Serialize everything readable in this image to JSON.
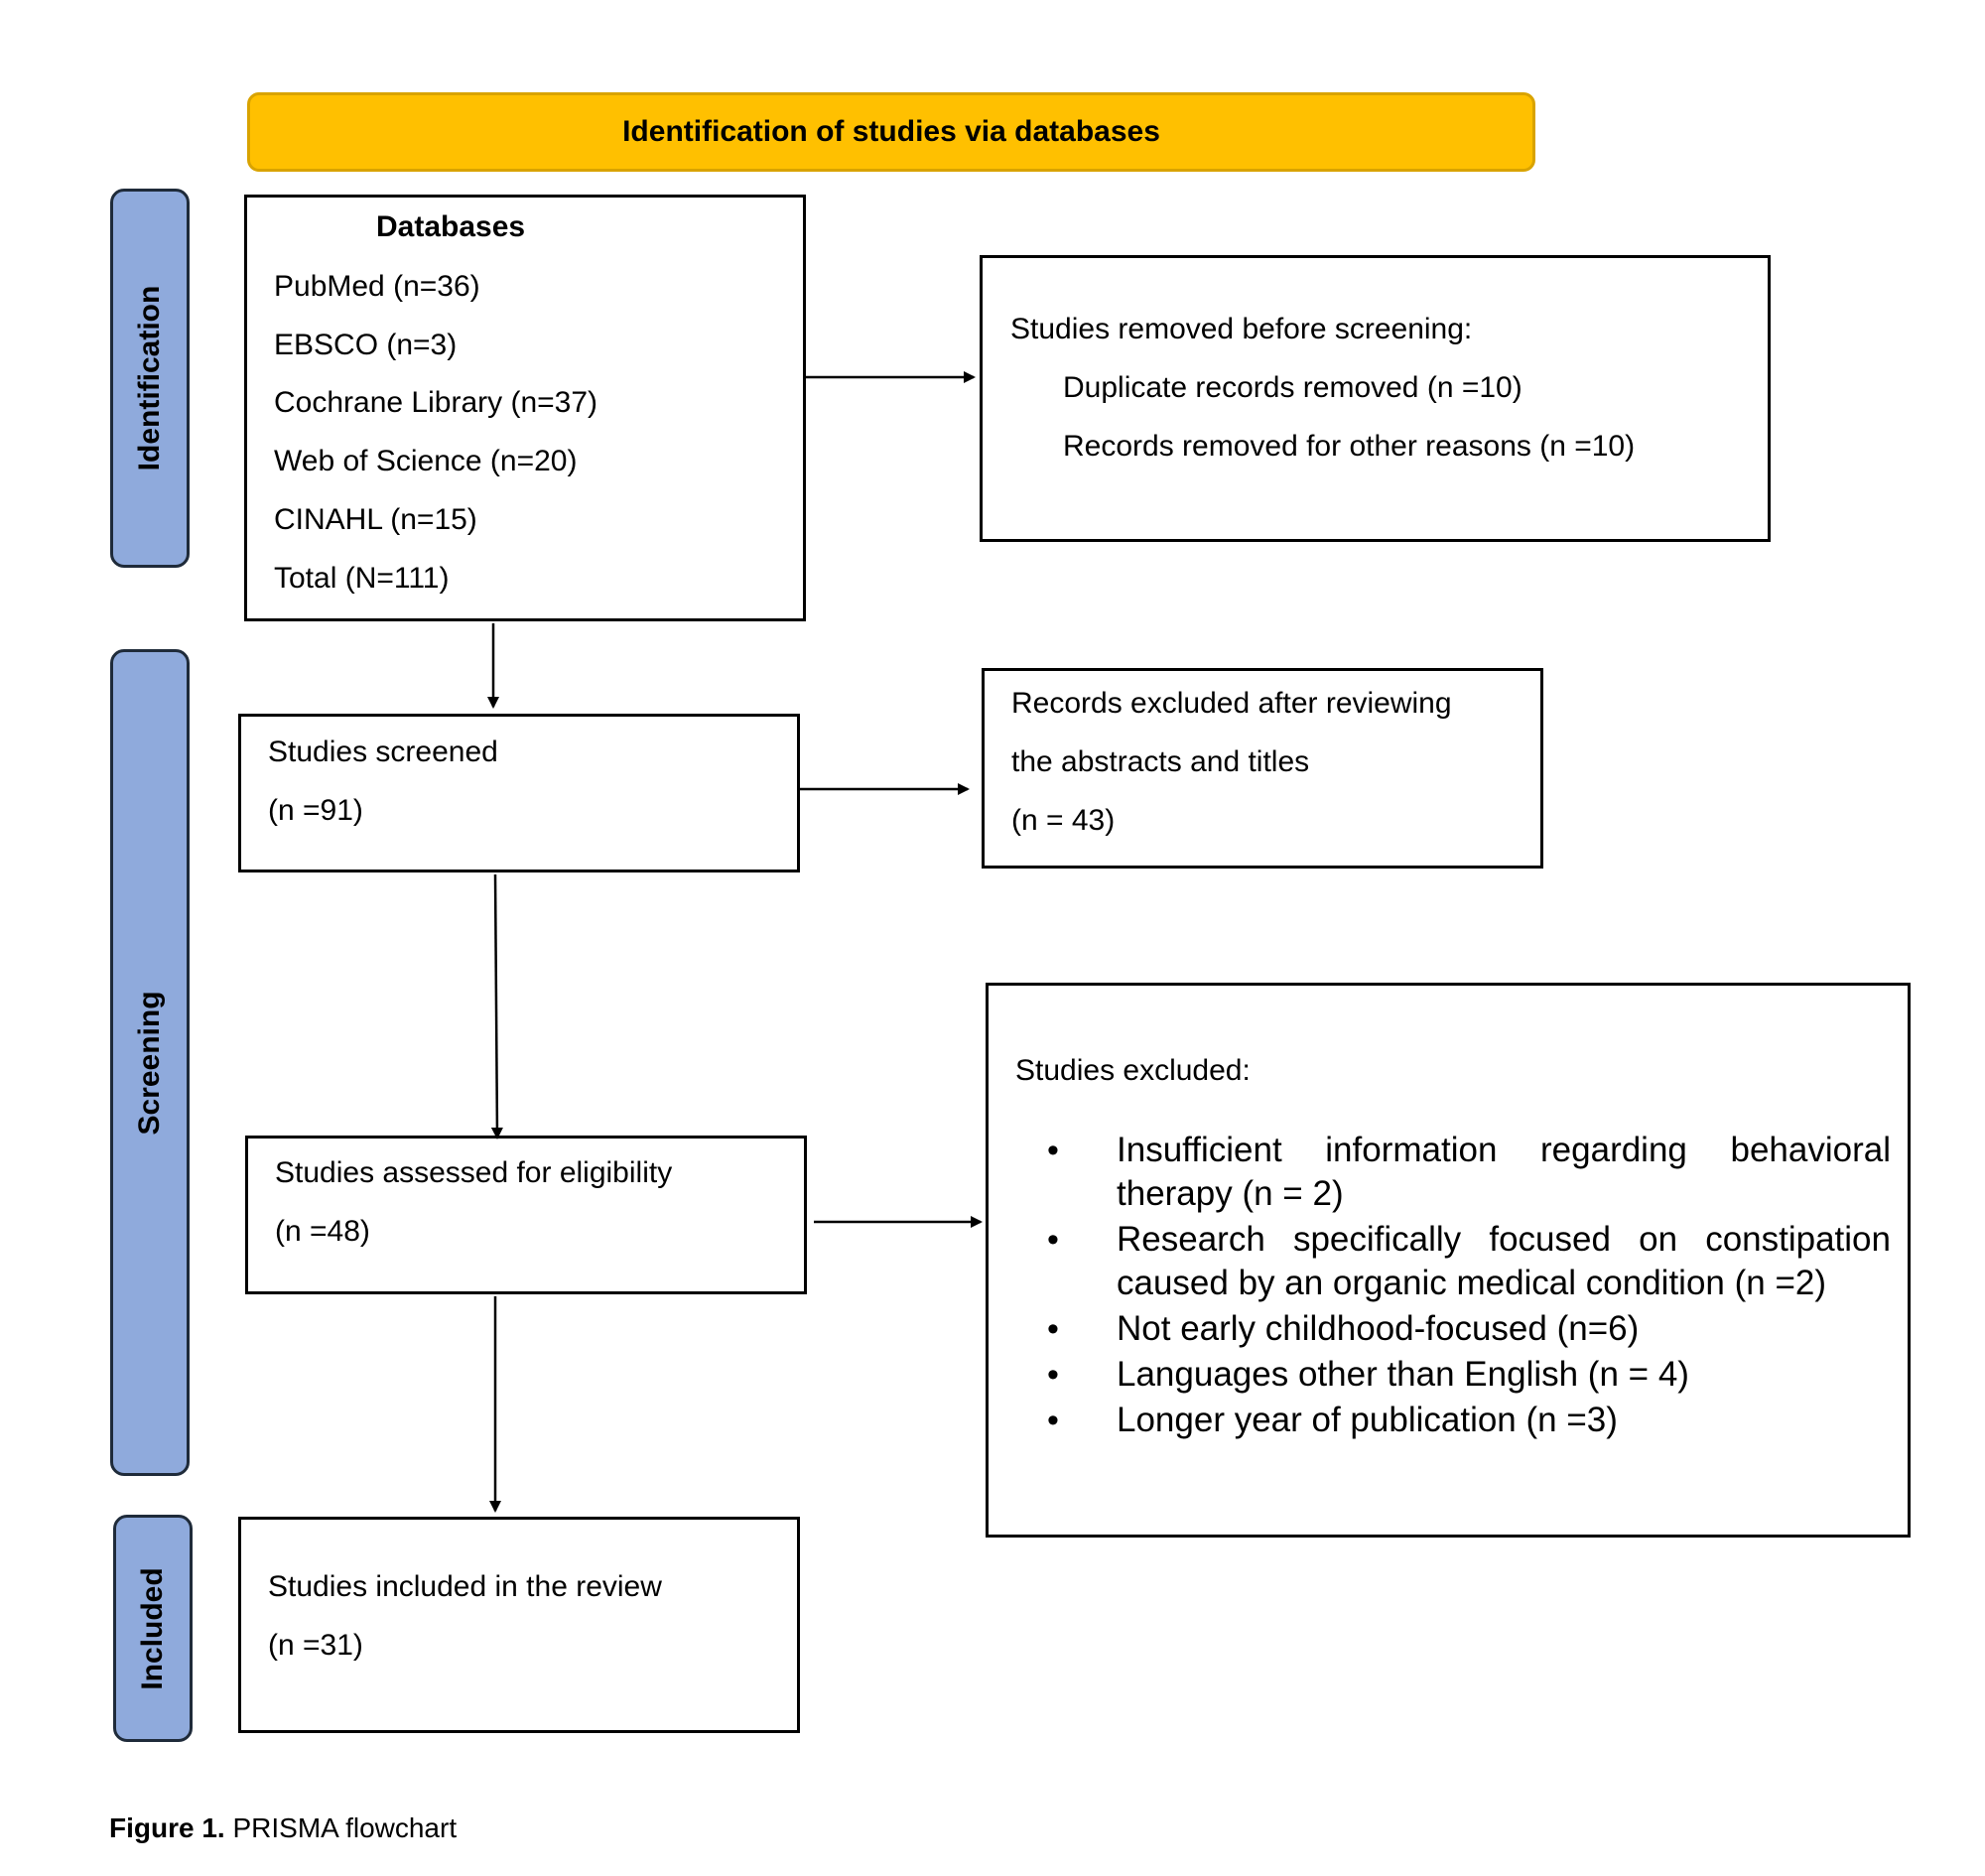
{
  "banner": {
    "label": "Identification of studies via databases"
  },
  "phases": {
    "identification": "Identification",
    "screening": "Screening",
    "included": "Included"
  },
  "databases": {
    "heading": "Databases",
    "items": [
      "PubMed (n=36)",
      "EBSCO (n=3)",
      "Cochrane Library (n=37)",
      "Web of Science (n=20)",
      "CINAHL (n=15)",
      "Total (N=111)"
    ]
  },
  "removed": {
    "heading": "Studies removed before screening:",
    "items": [
      "Duplicate records removed (n =10)",
      "Records removed for other reasons (n =10)"
    ]
  },
  "screened": {
    "line1": "Studies screened",
    "line2": "(n =91)"
  },
  "excluded_abstracts": {
    "line1": "Records excluded after reviewing",
    "line2": "the abstracts and titles",
    "line3": "(n = 43)"
  },
  "eligibility": {
    "line1": "Studies assessed for eligibility",
    "line2": "(n =48)"
  },
  "studies_excluded": {
    "heading": "Studies excluded:",
    "items": [
      "Insufficient information regarding behavioral therapy (n = 2)",
      "Research specifically focused on constipation caused by an organic medical condition (n =2)",
      "Not early childhood-focused (n=6)",
      "Languages other than English (n = 4)",
      "Longer year of publication (n =3)"
    ]
  },
  "included": {
    "line1": "Studies included in the review",
    "line2": "(n =31)"
  },
  "caption": {
    "label": "Figure 1.",
    "text": " PRISMA flowchart"
  }
}
